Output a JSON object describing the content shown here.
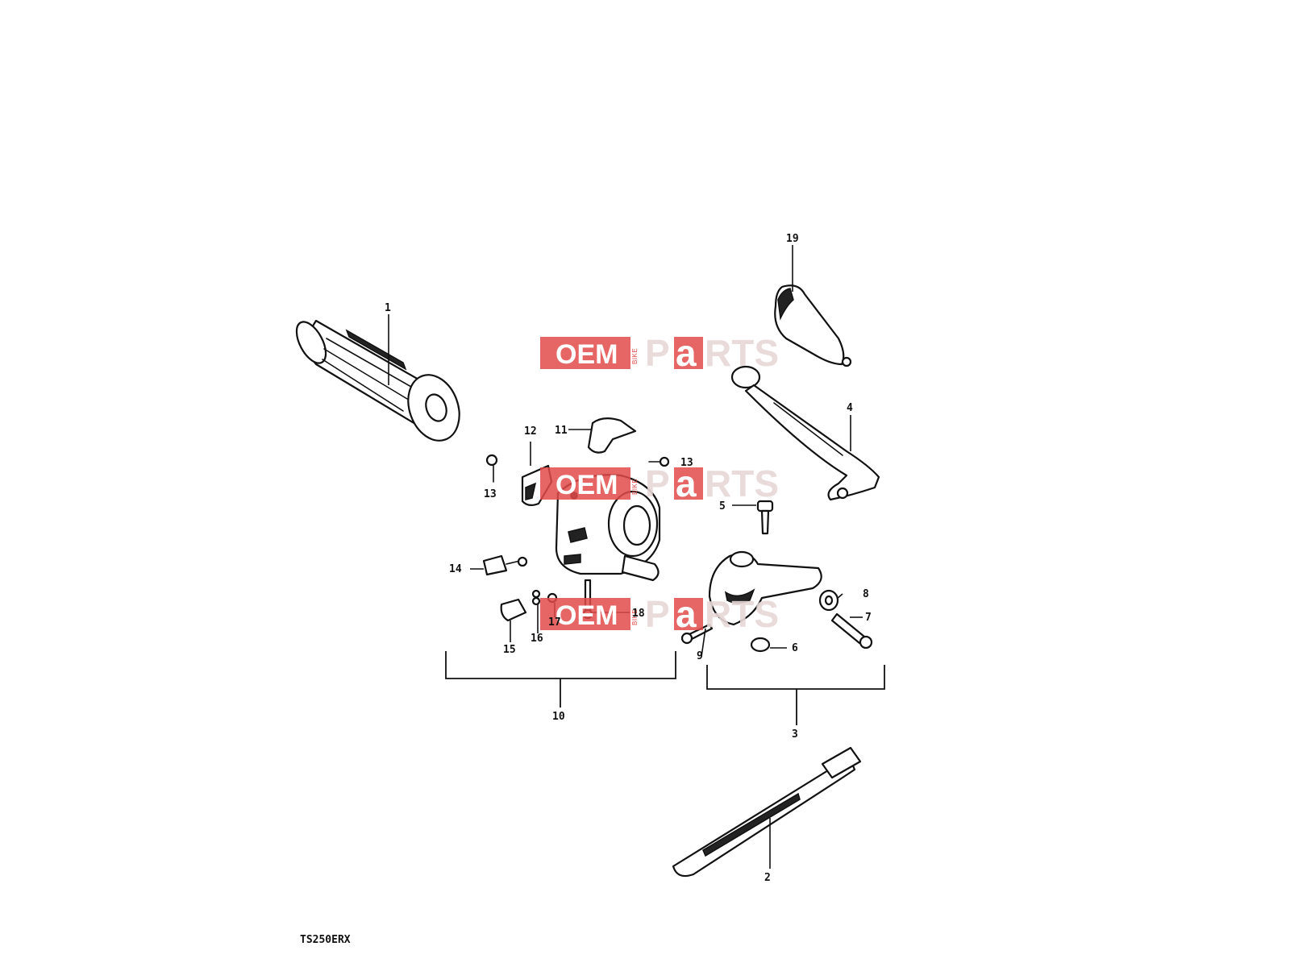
{
  "watermark": {
    "word_1": "OEM",
    "word_2": "BIKE",
    "word_3a": "P",
    "word_3b": "a",
    "word_3c": "RTS",
    "color": "#e24a4a"
  },
  "model_code": "TS250ERX",
  "callouts": {
    "c1": "1",
    "c2": "2",
    "c3": "3",
    "c4": "4",
    "c5": "5",
    "c6": "6",
    "c7": "7",
    "c8": "8",
    "c9": "9",
    "c10": "10",
    "c11": "11",
    "c12": "12",
    "c13a": "13",
    "c13b": "13",
    "c14": "14",
    "c15": "15",
    "c16": "16",
    "c17": "17",
    "c18": "18",
    "c19": "19"
  }
}
